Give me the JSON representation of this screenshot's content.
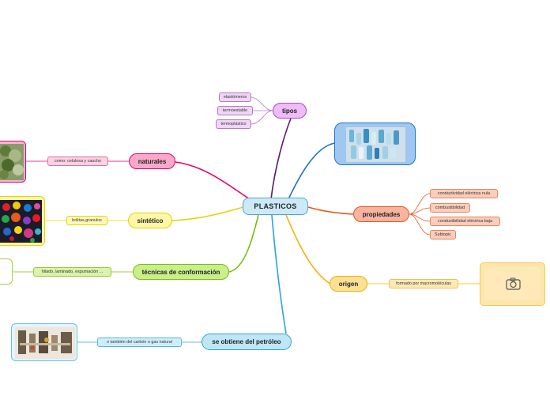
{
  "root": {
    "label": "PLASTICOS"
  },
  "branches": {
    "tipos": {
      "label": "tipos",
      "children": [
        "elastómeros",
        "termoestable",
        "termoplástico"
      ]
    },
    "naturales": {
      "label": "naturales",
      "children": [
        "como: celulosa y caucho"
      ]
    },
    "sintetico": {
      "label": "sintético",
      "children": [
        "bolitas,granulos"
      ]
    },
    "tecnicas": {
      "label": "técnicas de conformación",
      "children": [
        "hilado, laminado, espumación ..."
      ]
    },
    "petroleo": {
      "label": "se obtiene del petróleo",
      "children": [
        "o también del carbón o gas natural"
      ]
    },
    "propiedades": {
      "label": "propiedades",
      "children": [
        "conductividad eléctrica nula",
        "combustibilidad",
        "conductibilidad eléctrica baja",
        "Subtopic"
      ]
    },
    "origen": {
      "label": "origen",
      "children": [
        "formado por macromoléculas"
      ]
    }
  },
  "icons": {
    "camera_placeholder": "camera-icon"
  },
  "colors": {
    "tipos": "#5b1a6b",
    "naturales": "#e5006e",
    "sintetico": "#e8d200",
    "tecnicas": "#7dbb12",
    "petroleo": "#2ba3dd",
    "propiedades": "#e8561a",
    "origen": "#f3b000",
    "image_top": "#1f74c4"
  }
}
